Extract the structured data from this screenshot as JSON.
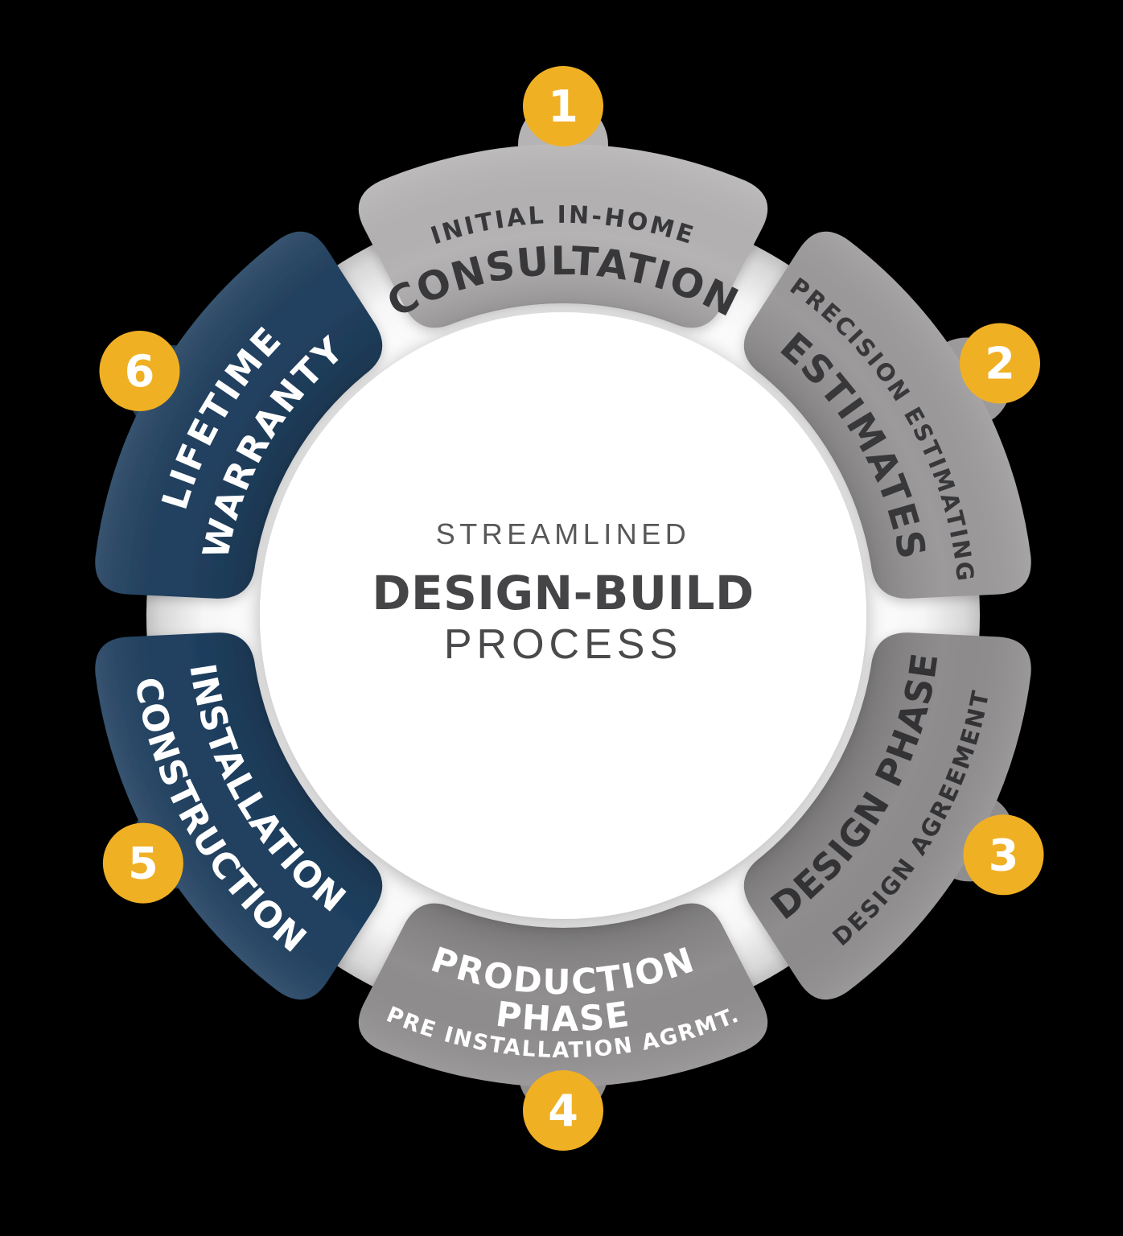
{
  "background_color": "#000000",
  "center": {
    "line1": "STREAMLINED",
    "line1_color": "#58585a",
    "line2": "DESIGN-BUILD",
    "line2_color": "#454547",
    "line3": "PROCESS",
    "line3_color": "#4a4a4c"
  },
  "badge": {
    "fill": "#F0B024",
    "number_color": "#ffffff"
  },
  "steps": [
    {
      "number": "1",
      "lines": [
        "INITIAL IN-HOME",
        "CONSULTATION"
      ],
      "color": "#b5b3b4",
      "text_color": "#38383a"
    },
    {
      "number": "2",
      "lines": [
        "PRECISION ESTIMATING",
        "ESTIMATES"
      ],
      "color": "#9c9a9b",
      "text_color": "#38383a"
    },
    {
      "number": "3",
      "lines": [
        "DESIGN PHASE",
        "DESIGN AGREEMENT"
      ],
      "color": "#8f8d8e",
      "text_color": "#333335"
    },
    {
      "number": "4",
      "lines": [
        "PRODUCTION",
        "PHASE",
        "PRE INSTALLATION AGRMT."
      ],
      "color": "#908e8f",
      "text_color": "#ffffff"
    },
    {
      "number": "5",
      "lines": [
        "INSTALLATION",
        "CONSTRUCTION"
      ],
      "color": "#204060",
      "text_color": "#ffffff"
    },
    {
      "number": "6",
      "lines": [
        "LIFETIME",
        "WARRANTY"
      ],
      "color": "#21405f",
      "text_color": "#ffffff"
    }
  ]
}
